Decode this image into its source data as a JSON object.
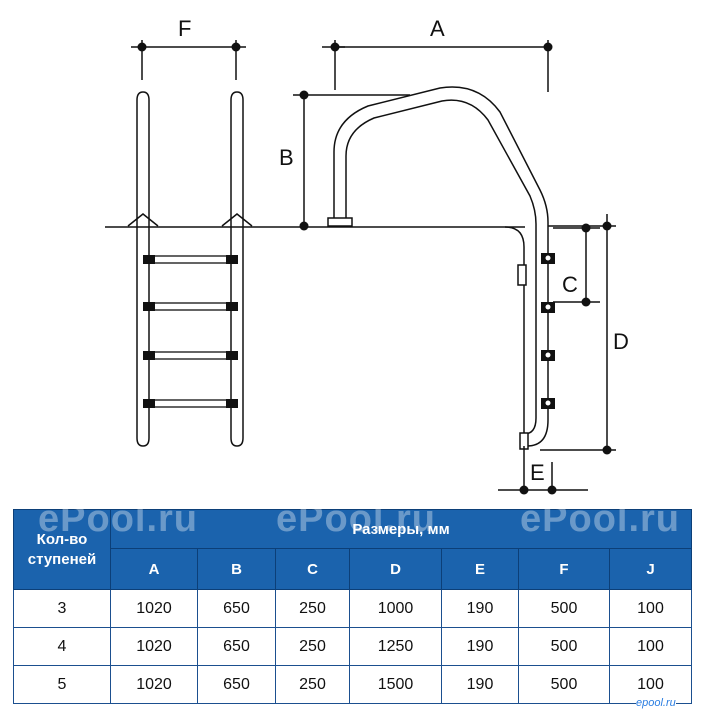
{
  "diagram": {
    "labels": {
      "a": "A",
      "b": "B",
      "c": "C",
      "d": "D",
      "e": "E",
      "f": "F"
    }
  },
  "table": {
    "steps_header_line1": "Кол-во",
    "steps_header_line2": "ступеней",
    "sizes_header": "Размеры, мм",
    "columns": [
      "A",
      "B",
      "C",
      "D",
      "E",
      "F",
      "J"
    ],
    "rows": [
      {
        "steps": "3",
        "values": [
          "1020",
          "650",
          "250",
          "1000",
          "190",
          "500",
          "100"
        ]
      },
      {
        "steps": "4",
        "values": [
          "1020",
          "650",
          "250",
          "1250",
          "190",
          "500",
          "100"
        ]
      },
      {
        "steps": "5",
        "values": [
          "1020",
          "650",
          "250",
          "1500",
          "190",
          "500",
          "100"
        ]
      }
    ]
  },
  "watermark": "ePool.ru",
  "logo": "epool.ru",
  "colors": {
    "table_header_blue": "#1b63ad",
    "line": "#111111"
  }
}
